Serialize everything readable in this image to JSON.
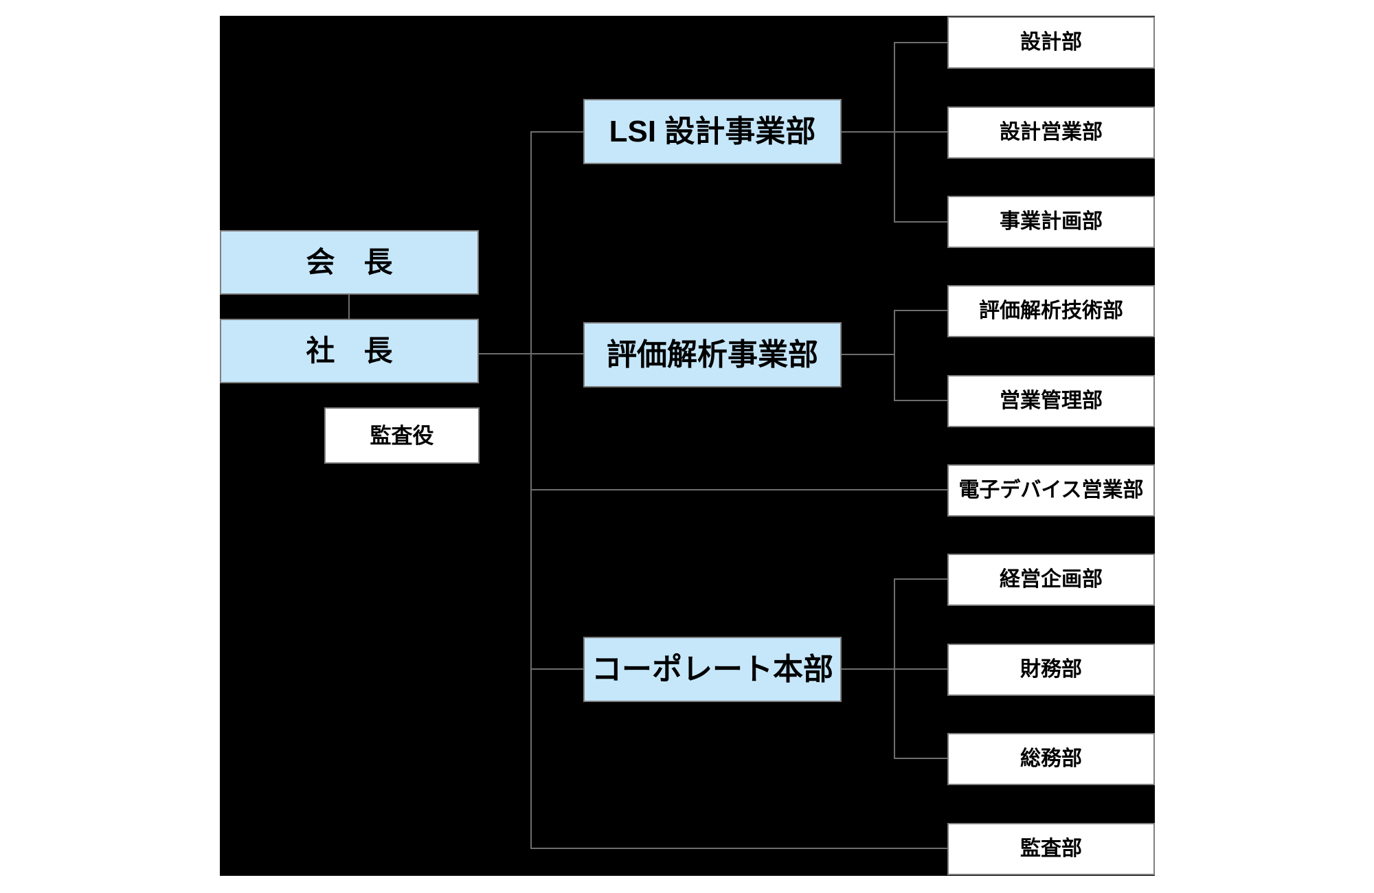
{
  "org_chart": {
    "colors": {
      "panel_background": "#000000",
      "page_background": "#ffffff",
      "division_fill": "#c6e7fa",
      "department_fill": "#ffffff",
      "box_border": "#7f7f7f",
      "connector": "#6e6e6e",
      "text": "#000000"
    },
    "executives": {
      "chairman": "会　長",
      "president": "社　長",
      "auditor": "監査役"
    },
    "divisions": [
      {
        "label": "LSI 設計事業部",
        "reports_to": "社長"
      },
      {
        "label": "評価解析事業部",
        "reports_to": "社長"
      },
      {
        "label": "コーポレート本部",
        "reports_to": "社長"
      }
    ],
    "departments": [
      {
        "label": "設計部",
        "parent": "LSI 設計事業部"
      },
      {
        "label": "設計営業部",
        "parent": "LSI 設計事業部"
      },
      {
        "label": "事業計画部",
        "parent": "LSI 設計事業部"
      },
      {
        "label": "評価解析技術部",
        "parent": "評価解析事業部"
      },
      {
        "label": "営業管理部",
        "parent": "評価解析事業部"
      },
      {
        "label": "電子デバイス営業部",
        "parent": "社長"
      },
      {
        "label": "経営企画部",
        "parent": "コーポレート本部"
      },
      {
        "label": "財務部",
        "parent": "コーポレート本部"
      },
      {
        "label": "総務部",
        "parent": "コーポレート本部"
      },
      {
        "label": "監査部",
        "parent": "社長"
      }
    ]
  }
}
